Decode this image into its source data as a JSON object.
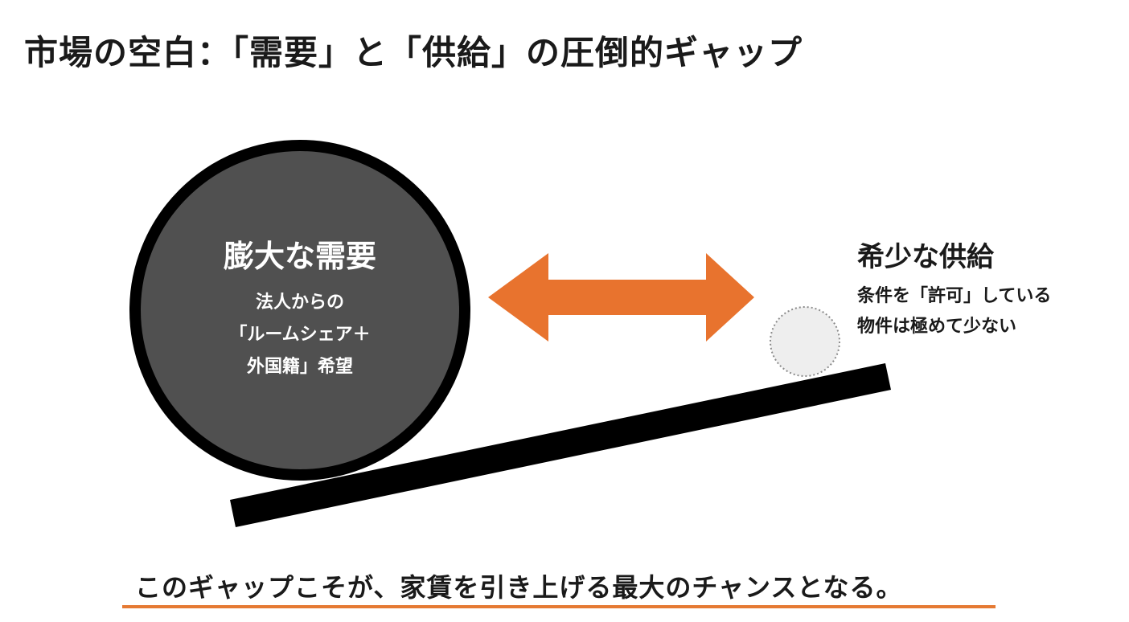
{
  "page": {
    "title": "市場の空白：「需要」と「供給」の圧倒的ギャップ"
  },
  "demand": {
    "title": "膨大な需要",
    "desc_lines": [
      "法人からの",
      "「ルームシェア＋",
      "外国籍」希望"
    ]
  },
  "supply": {
    "title": "希少な供給",
    "desc_lines": [
      "条件を「許可」している",
      "物件は極めて少ない"
    ]
  },
  "footer": {
    "message": "このギャップこそが、家賃を引き上げる最大のチャンスとなる。"
  },
  "colors": {
    "accent": "#e8732e",
    "demand_ball": "#505050",
    "demand_outline": "#000000",
    "supply_ball": "#eeeeee",
    "beam": "#000000",
    "text": "#1a1a1a"
  },
  "icons": {
    "gap_arrow": "double-headed-arrow-icon"
  }
}
